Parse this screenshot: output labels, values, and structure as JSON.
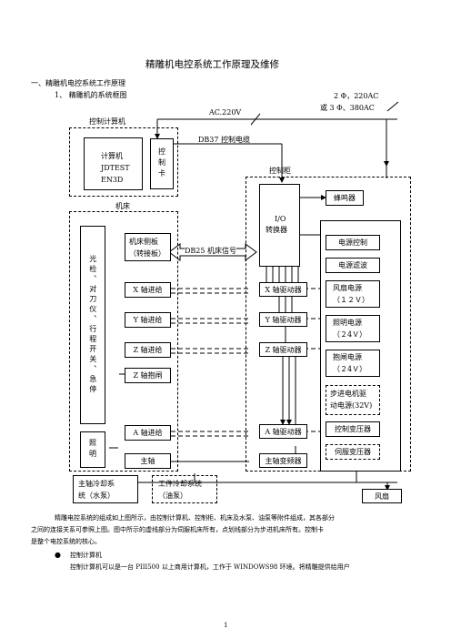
{
  "title": "精雕机电控系统工作原理及维修",
  "heading1": "一、精雕机电控系统工作原理",
  "heading2": "1、 精雕机的系统框图",
  "diagram": {
    "power_label_1": "2 Φ，220AC",
    "power_label_2": "或 3 Φ、380AC",
    "ac_label": "AC.220V",
    "db37_label": "DB37 控制电缆",
    "db25_label": "DB25 机床信号",
    "control_computer_group": "控制计算机",
    "control_cabinet_group": "控制柜",
    "machine_group": "机床",
    "computer_box": [
      "计算机",
      "JDTEST",
      "EN3D"
    ],
    "control_card": "控制卡",
    "io_converter": [
      "I/O",
      "转换器"
    ],
    "buzzer": "蜂鸣器",
    "side_sensors": "光检、对刀仪、行程开关、急停",
    "lighting": "照明",
    "machine_side_board": [
      "机床侧板",
      "（转接板）"
    ],
    "x_feed": "X 轴进给",
    "y_feed": "Y 轴进给",
    "z_feed": "Z 轴进给",
    "z_brake": "Z 轴抱闸",
    "a_feed": "A 轴进给",
    "spindle": "主轴",
    "x_driver": "X 轴驱动器",
    "y_driver": "Y 轴驱动器",
    "z_driver": "Z 轴驱动器",
    "a_driver": "A 轴驱动器",
    "spindle_inverter": "主轴变频器",
    "power_control": "电源控制",
    "power_filter": "电源滤波",
    "fan_power": [
      "风扇电源",
      "（１２Ｖ）"
    ],
    "light_power": [
      "照明电源",
      "（２4Ｖ）"
    ],
    "brake_power": [
      "抱闸电源",
      "（２4Ｖ）"
    ],
    "stepper_power": [
      "步进电机驱",
      "动电源(32V)"
    ],
    "control_transformer": "控制变压器",
    "servo_transformer": "伺服变压器",
    "spindle_cooling": [
      "主轴冷却系",
      "统（水泵）"
    ],
    "work_cooling": [
      "工件冷却系统",
      "（油泵）"
    ],
    "fan": "风扇"
  },
  "body_paragraph": [
    "精雕电控系统的组成如上图所示，由控制计算机、控制柜、机床及水泵、油泵等附件组成，其各部分",
    "之间的连接关系可参照上图。图中所示的虚线部分为伺服机床所有，点划线部分为步进机床所有。控制卡",
    "是整个电控系统的核心。"
  ],
  "bullet": "控制计算机",
  "bullet_text": "控制计算机可以是一台 PIII500   以上商用计算机，工作于 WINDOWS98 环境。将精雕提供给用户",
  "page_number": "1"
}
